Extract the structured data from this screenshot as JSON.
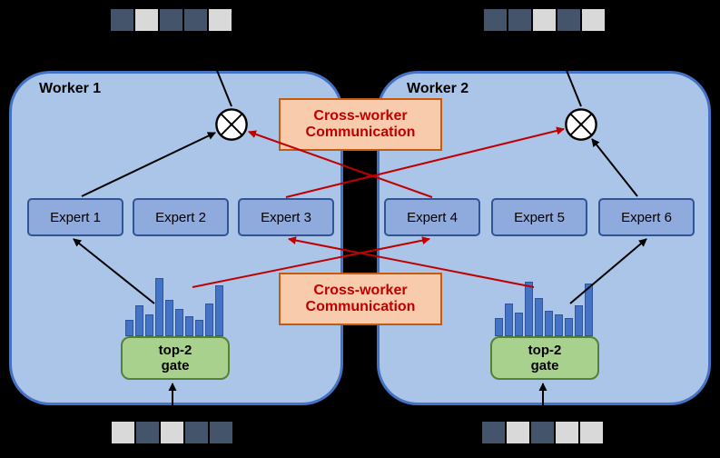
{
  "colors": {
    "background": "#000000",
    "worker_fill": "#aac5e8",
    "worker_border": "#4472c4",
    "expert_fill": "#8faadc",
    "expert_border": "#2f5597",
    "gate_fill": "#a9d18e",
    "gate_border": "#538135",
    "comm_fill": "#f8cbad",
    "comm_border": "#c55a11",
    "comm_text": "#c00000",
    "token_dark": "#44546a",
    "token_light": "#d9d9d9",
    "bar_fill": "#4472c4",
    "bar_border": "#2f5597",
    "arrow_black": "#000000",
    "arrow_red": "#c00000",
    "combine_fill": "#ffffff",
    "combine_border": "#000000"
  },
  "icons": {
    "combine": "circled-times-icon"
  },
  "workers": [
    {
      "label": "Worker 1",
      "experts": [
        "Expert 1",
        "Expert 2",
        "Expert 3"
      ],
      "gate": {
        "line1": "top-2",
        "line2": "gate"
      },
      "histogram": [
        18,
        34,
        24,
        64,
        40,
        30,
        22,
        18,
        36,
        56
      ],
      "tokens_top": [
        "dark",
        "light",
        "dark",
        "dark",
        "light"
      ],
      "tokens_bottom": [
        "light",
        "dark",
        "light",
        "dark",
        "dark"
      ]
    },
    {
      "label": "Worker 2",
      "experts": [
        "Expert 4",
        "Expert 5",
        "Expert 6"
      ],
      "gate": {
        "line1": "top-2",
        "line2": "gate"
      },
      "histogram": [
        20,
        36,
        26,
        60,
        42,
        28,
        24,
        20,
        34,
        58
      ],
      "tokens_top": [
        "dark",
        "dark",
        "light",
        "dark",
        "light"
      ],
      "tokens_bottom": [
        "dark",
        "light",
        "dark",
        "light",
        "light"
      ]
    }
  ],
  "comm_boxes": [
    {
      "line1": "Cross-worker",
      "line2": "Communication"
    },
    {
      "line1": "Cross-worker",
      "line2": "Communication"
    }
  ]
}
